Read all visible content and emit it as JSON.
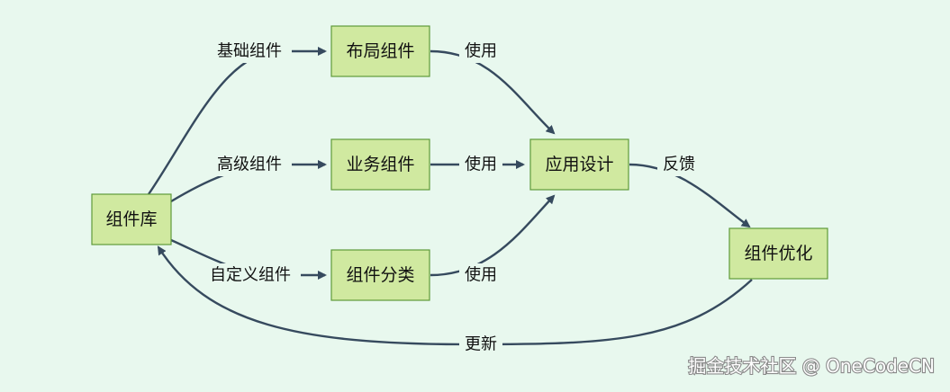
{
  "nodes": {
    "library": "组件库",
    "layout": "布局组件",
    "business": "业务组件",
    "category": "组件分类",
    "design": "应用设计",
    "optimize": "组件优化"
  },
  "edges": {
    "basic": "基础组件",
    "advanced": "高级组件",
    "custom": "自定义组件",
    "use1": "使用",
    "use2": "使用",
    "use3": "使用",
    "feedback": "反馈",
    "update": "更新"
  },
  "watermark": "掘金技术社区 @ OneCodeCN",
  "colors": {
    "background": "#e8f8ee",
    "node_fill": "#d0e9a0",
    "node_border": "#5f9a3a",
    "edge": "#364a5e"
  }
}
